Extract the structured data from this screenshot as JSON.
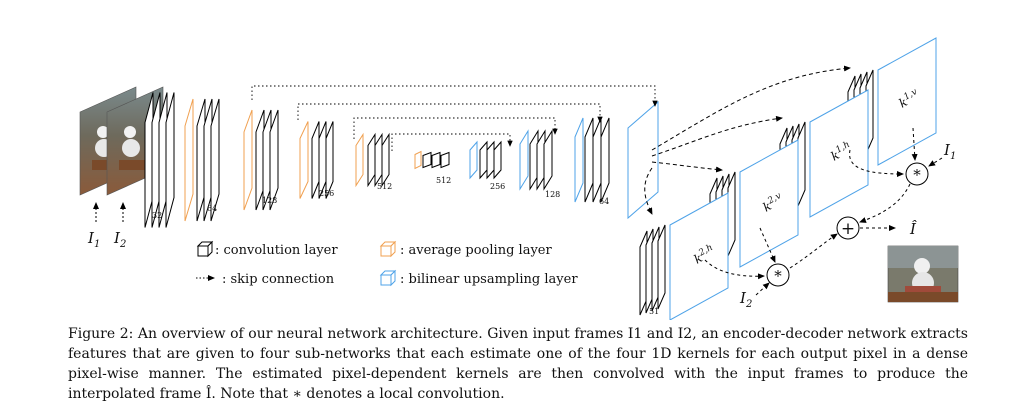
{
  "diagram": {
    "inputs": {
      "i1": "I",
      "i1_sub": "1",
      "i2": "I",
      "i2_sub": "2"
    },
    "channel_labels": {
      "c32": "32",
      "c64a": "64",
      "c128a": "128",
      "c256a": "256",
      "c512a": "512",
      "c512b": "512",
      "c256b": "256",
      "c128b": "128",
      "c64b": "64",
      "c51": "51"
    },
    "kernels": {
      "k1v": "k",
      "k1v_sub": "1,v",
      "k1h": "k",
      "k1h_sub": "1,h",
      "k2v": "k",
      "k2v_sub": "2,v",
      "k2h": "k",
      "k2h_sub": "2,h"
    },
    "ops": {
      "conv": "*",
      "sum": "+"
    },
    "output": {
      "label": "Î"
    },
    "side_inputs": {
      "i1": "I",
      "i1_sub": "1",
      "i2": "I",
      "i2_sub": "2"
    },
    "legend": {
      "conv": ": convolution layer",
      "pool": ": average pooling layer",
      "skip": ": skip connection",
      "up": ": bilinear upsampling layer"
    },
    "colors": {
      "pool": "#f0a050",
      "upsample": "#4fa3e8",
      "stroke": "#000000"
    }
  },
  "caption": "Figure 2: An overview of our neural network architecture. Given input frames I1 and I2, an encoder-decoder network extracts features that are given to four sub-networks that each estimate one of the four 1D kernels for each output pixel in a dense pixel-wise manner. The estimated pixel-dependent kernels are then convolved with the input frames to produce the interpolated frame Î. Note that ∗ denotes a local convolution."
}
